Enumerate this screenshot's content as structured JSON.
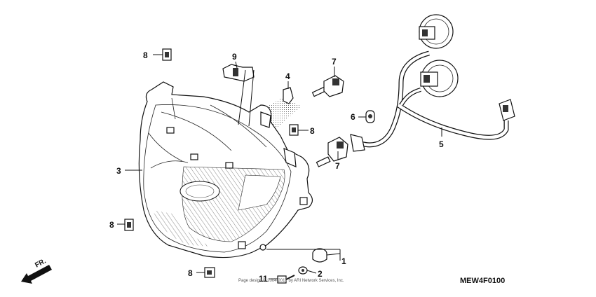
{
  "diagram": {
    "code": "MEW4F0100",
    "direction_label": "FR.",
    "watermark": "Page design © 2004-2017 by ARI Network Services, Inc."
  },
  "callouts": {
    "c1": "1",
    "c2": "2",
    "c3": "3",
    "c4": "4",
    "c5": "5",
    "c6": "6",
    "c7_top": "7",
    "c7_bottom": "7",
    "c8_top": "8",
    "c8_right": "8",
    "c8_left": "8",
    "c8_bottom": "8",
    "c9": "9",
    "c11": "11"
  }
}
